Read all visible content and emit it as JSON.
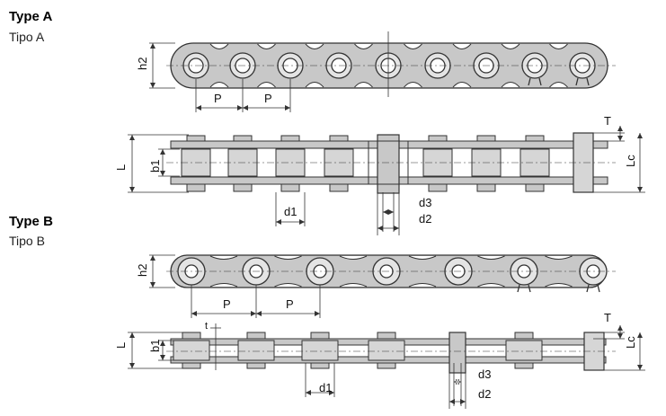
{
  "type_a": {
    "title": "Type A",
    "subtitle": "Tipo A"
  },
  "type_b": {
    "title": "Type B",
    "subtitle": "Tipo B"
  },
  "labels": {
    "h2": "h2",
    "P": "P",
    "L": "L",
    "b1": "b1",
    "T": "T",
    "Lc": "Lc",
    "d1": "d1",
    "d2": "d2",
    "d3": "d3",
    "t": "t"
  },
  "colors": {
    "plate": "#c8c8c8",
    "roller": "#d6d6d6",
    "stroke": "#333333",
    "bg": "#ffffff"
  }
}
